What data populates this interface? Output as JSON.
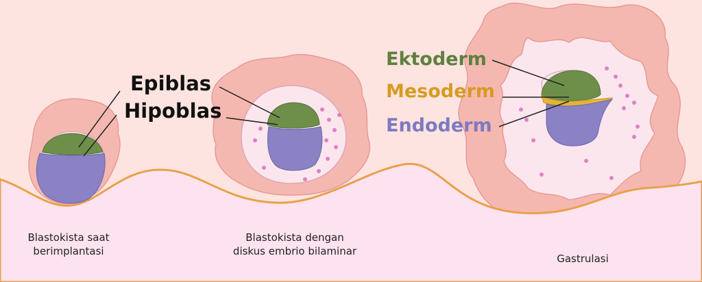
{
  "labels": {
    "epiblas": "Epiblas",
    "hipoblas": "Hipoblas",
    "ektoderm": "Ektoderm",
    "mesoderm": "Mesoderm",
    "endoderm": "Endoderm"
  },
  "captions": {
    "stage1_line1": "Blastokista saat",
    "stage1_line2": "berimplantasi",
    "stage2_line1": "Blastokista dengan",
    "stage2_line2": "diskus embrio bilaminar",
    "stage3": "Gastrulasi"
  },
  "colors": {
    "background": "#fde4e0",
    "uterine_wall": "#fde3ef",
    "uterine_edge": "#e8a14a",
    "trophoblast": "#f5b8b0",
    "trophoblast_edge": "#e69a96",
    "cavity": "#fbe6ee",
    "epiblast": "#6e8f4a",
    "hypoblast": "#8a82c4",
    "ektoderm_text": "#5f7f3e",
    "mesoderm_text": "#d69b22",
    "mesoderm": "#e2b43a",
    "endoderm_text": "#7e79c2",
    "label_text": "#111111",
    "cells": "#d86ab7"
  }
}
